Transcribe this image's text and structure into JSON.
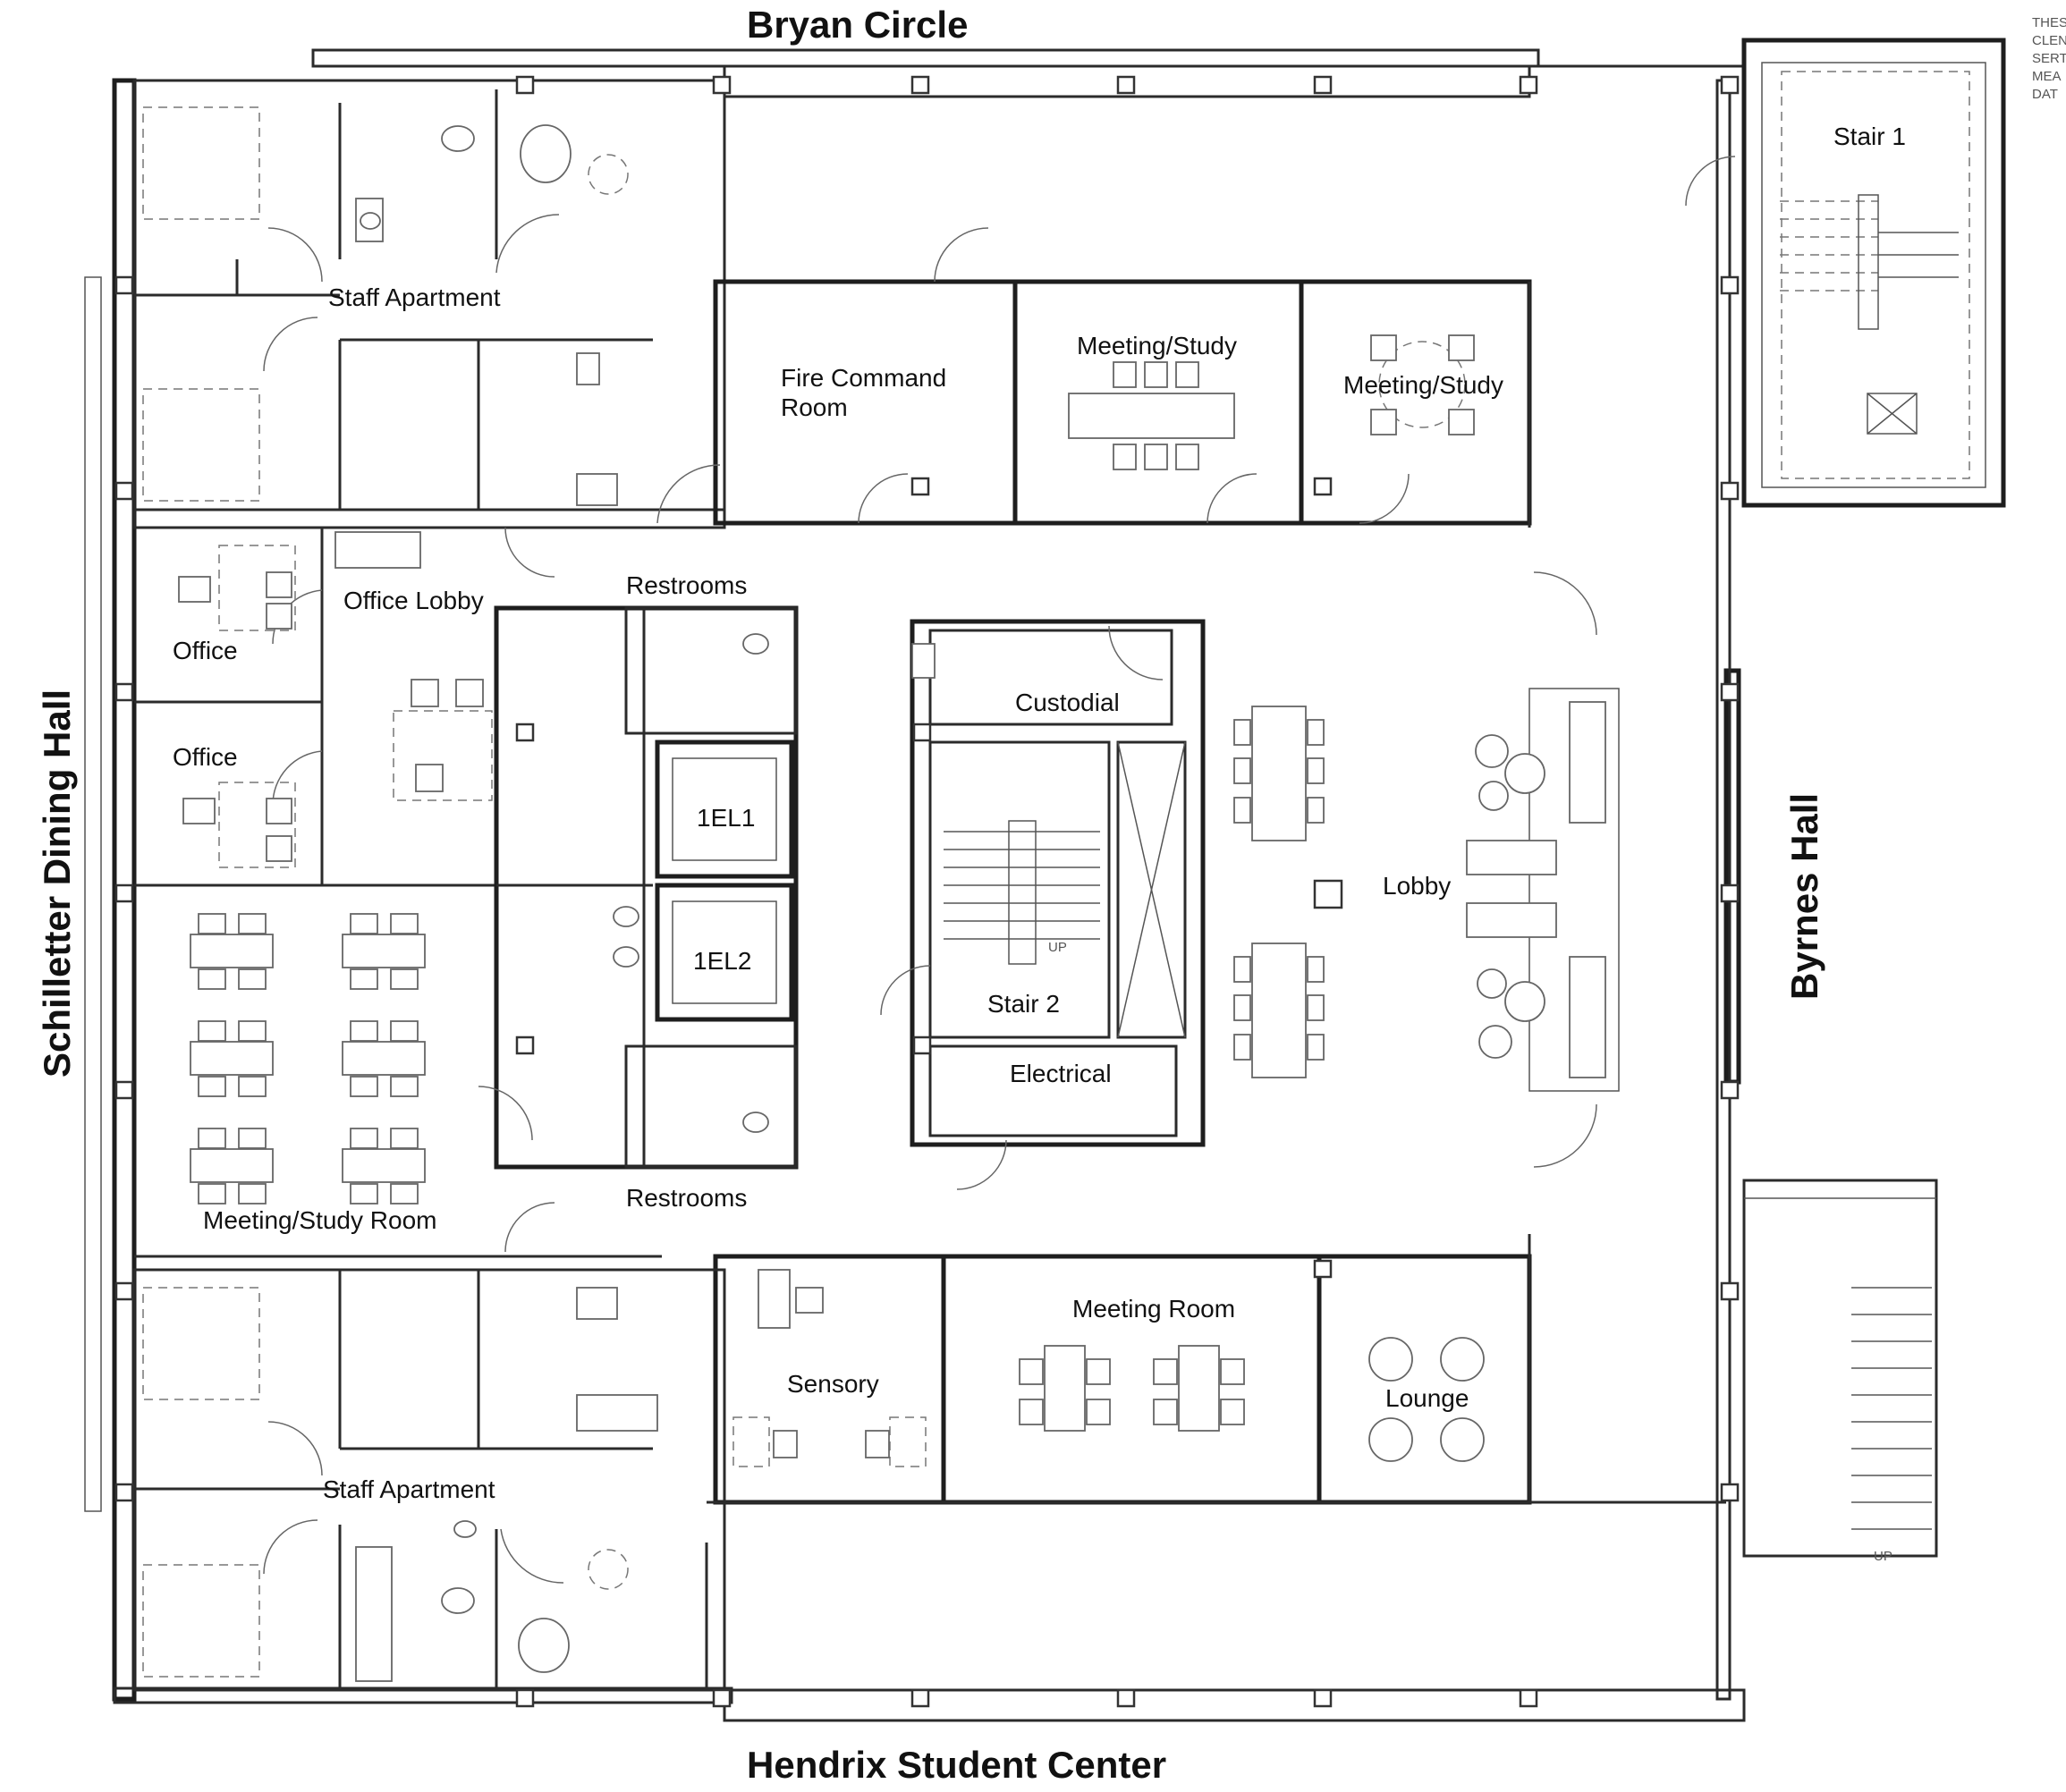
{
  "streets": {
    "north": "Bryan Circle",
    "south": "Hendrix Student Center",
    "west": "Schilletter Dining Hall",
    "east": "Byrnes Hall"
  },
  "rooms": {
    "staff_apartment_north": "Staff Apartment",
    "fire_command": [
      "Fire Command",
      "Room"
    ],
    "meeting_study_1": "Meeting/Study",
    "meeting_study_2": "Meeting/Study",
    "stair_1": "Stair 1",
    "office_lobby": "Office Lobby",
    "restrooms_north": "Restrooms",
    "office_1": "Office",
    "office_2": "Office",
    "custodial": "Custodial",
    "elevator_1": "1EL1",
    "elevator_2": "1EL2",
    "stair_2": "Stair 2",
    "lobby": "Lobby",
    "electrical": "Electrical",
    "meeting_study_room": "Meeting/Study Room",
    "restrooms_south": "Restrooms",
    "meeting_room": "Meeting Room",
    "sensory": "Sensory",
    "lounge": "Lounge",
    "staff_apartment_south": "Staff Apartment"
  },
  "corner_note": [
    "THES",
    "CLEN",
    "SERT",
    "MEA",
    "DAT"
  ],
  "up_marks": [
    "UP",
    "UP"
  ]
}
